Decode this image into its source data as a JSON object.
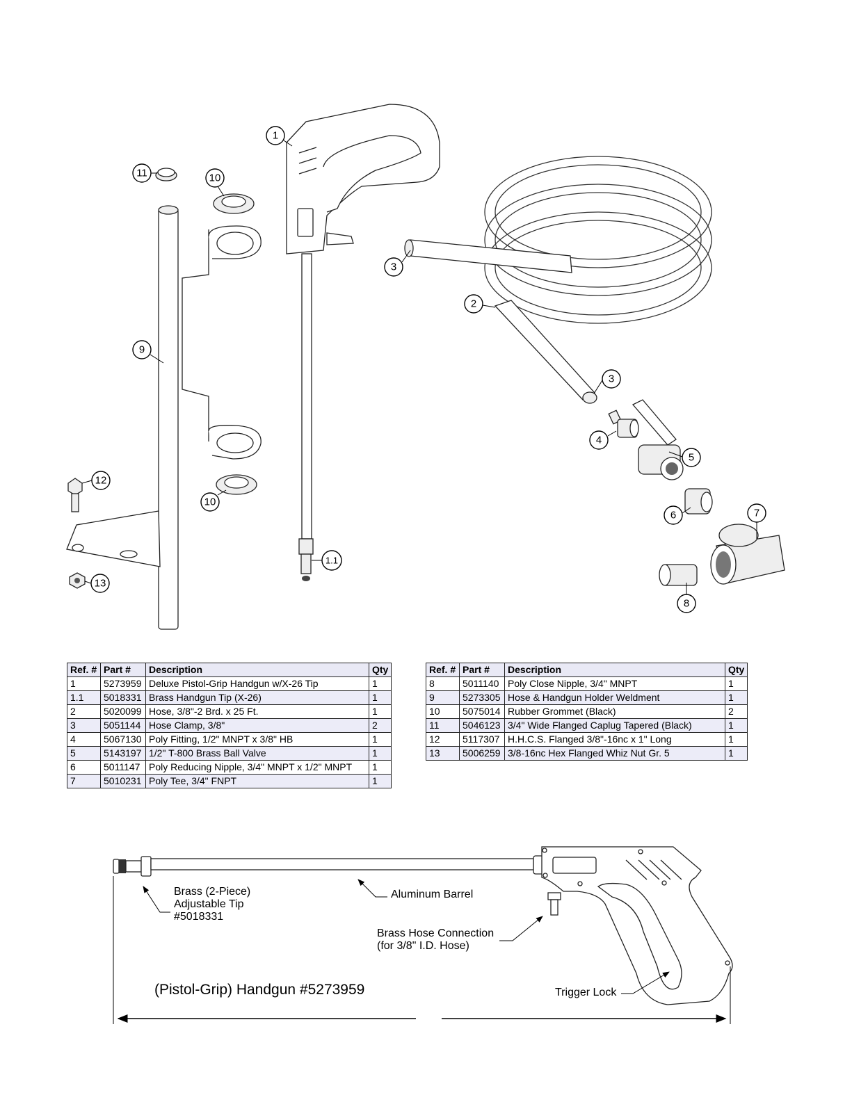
{
  "diagram": {
    "callouts": [
      "1",
      "1.1",
      "2",
      "3",
      "3",
      "4",
      "5",
      "6",
      "7",
      "8",
      "9",
      "10",
      "10",
      "11",
      "12",
      "13"
    ]
  },
  "tables": {
    "headers": [
      "Ref. #",
      "Part #",
      "Description",
      "Qty"
    ],
    "left": [
      {
        "ref": "1",
        "part": "5273959",
        "description": "Deluxe Pistol-Grip Handgun w/X-26 Tip",
        "qty": "1"
      },
      {
        "ref": "1.1",
        "part": "5018331",
        "description": "Brass Handgun Tip (X-26)",
        "qty": "1"
      },
      {
        "ref": "2",
        "part": "5020099",
        "description": "Hose, 3/8\"-2 Brd. x 25 Ft.",
        "qty": "1"
      },
      {
        "ref": "3",
        "part": "5051144",
        "description": "Hose Clamp, 3/8\"",
        "qty": "2"
      },
      {
        "ref": "4",
        "part": "5067130",
        "description": "Poly Fitting, 1/2\" MNPT x 3/8\" HB",
        "qty": "1"
      },
      {
        "ref": "5",
        "part": "5143197",
        "description": "1/2\" T-800 Brass Ball Valve",
        "qty": "1"
      },
      {
        "ref": "6",
        "part": "5011147",
        "description": "Poly Reducing Nipple, 3/4\" MNPT x 1/2\" MNPT",
        "qty": "1"
      },
      {
        "ref": "7",
        "part": "5010231",
        "description": "Poly Tee, 3/4\" FNPT",
        "qty": "1"
      }
    ],
    "right": [
      {
        "ref": "8",
        "part": "5011140",
        "description": "Poly Close Nipple, 3/4\" MNPT",
        "qty": "1"
      },
      {
        "ref": "9",
        "part": "5273305",
        "description": "Hose & Handgun Holder Weldment",
        "qty": "1"
      },
      {
        "ref": "10",
        "part": "5075014",
        "description": "Rubber Grommet (Black)",
        "qty": "2"
      },
      {
        "ref": "11",
        "part": "5046123",
        "description": "3/4\" Wide Flanged Caplug Tapered (Black)",
        "qty": "1"
      },
      {
        "ref": "12",
        "part": "5117307",
        "description": "H.H.C.S. Flanged 3/8\"-16nc x 1\" Long",
        "qty": "1"
      },
      {
        "ref": "13",
        "part": "5006259",
        "description": "3/8-16nc Hex Flanged Whiz Nut Gr. 5",
        "qty": "1"
      }
    ]
  },
  "sideview": {
    "tip_label": [
      "Brass (2-Piece)",
      "Adjustable Tip",
      "#5018331"
    ],
    "barrel_label": "Aluminum Barrel",
    "hose_label": [
      "Brass Hose Connection",
      "(for 3/8\" I.D. Hose)"
    ],
    "trigger_label": "Trigger Lock",
    "title": "(Pistol-Grip) Handgun #5273959"
  }
}
